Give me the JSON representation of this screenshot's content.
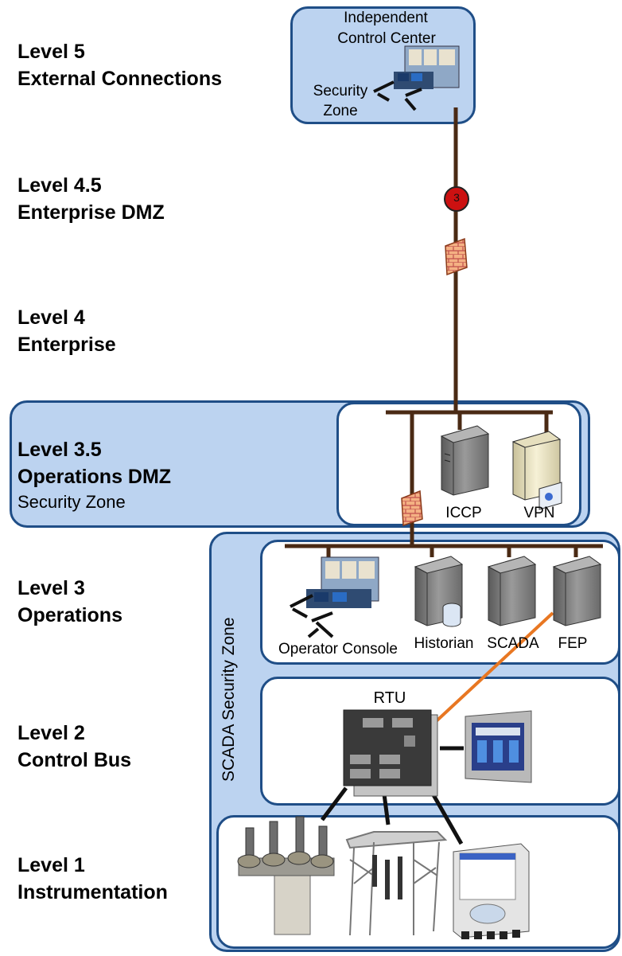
{
  "levels": [
    {
      "line1": "Level 5",
      "line2": "External Connections"
    },
    {
      "line1": "Level 4.5",
      "line2": "Enterprise DMZ"
    },
    {
      "line1": "Level 4",
      "line2": "Enterprise"
    },
    {
      "line1": "Level 3.5",
      "line2": "Operations DMZ",
      "line3": "Security Zone"
    },
    {
      "line1": "Level 3",
      "line2": "Operations"
    },
    {
      "line1": "Level 2",
      "line2": "Control Bus"
    },
    {
      "line1": "Level 1",
      "line2": "Instrumentation"
    }
  ],
  "icc": {
    "line1": "Independent",
    "line2": "Control Center",
    "zone1": "Security",
    "zone2": "Zone"
  },
  "badge": "3",
  "dmz_devices": {
    "iccp": "ICCP",
    "vpn": "VPN"
  },
  "ops_devices": {
    "console": "Operator Console",
    "historian": "Historian",
    "scada": "SCADA",
    "fep": "FEP"
  },
  "scada_zone": "SCADA Security Zone",
  "rtu": "RTU",
  "colors": {
    "zone_fill": "#bcd3f0",
    "zone_border": "#1f4e87",
    "bus": "#4a2a14",
    "serial": "#e87722",
    "badge": "#cc1111"
  }
}
